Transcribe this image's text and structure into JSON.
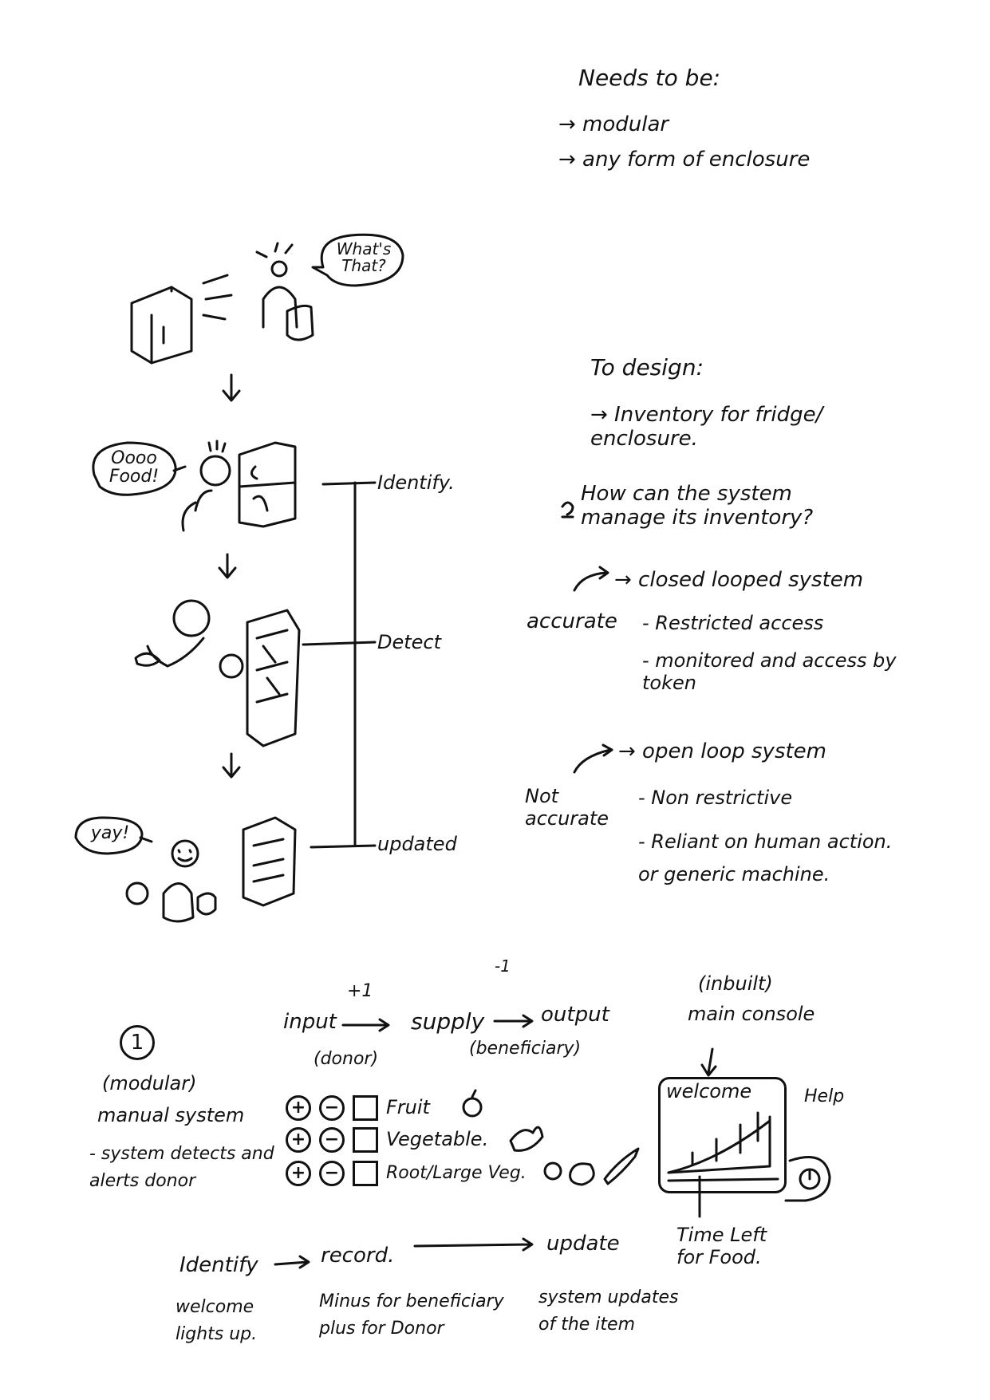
{
  "needs": {
    "heading": "Needs to be:",
    "items": [
      "→ modular",
      "→ any form of enclosure"
    ]
  },
  "story": {
    "bubble1": "What's That?",
    "bubble2": "Oooo Food!",
    "bubble3": "yay!",
    "steps": [
      "Identify.",
      "Detect",
      "updated"
    ]
  },
  "design": {
    "heading": "To design:",
    "item1": "→ Inventory for fridge/ enclosure.",
    "question": "How can the system manage its inventory?",
    "closed": {
      "label": "accurate",
      "title": "→ closed looped system",
      "points": [
        "- Restricted access",
        "- monitored and access by token"
      ]
    },
    "open": {
      "label": "Not accurate",
      "title": "→ open loop system",
      "points": [
        "- Non restrictive",
        "- Reliant on human action. or generic machine."
      ]
    }
  },
  "system": {
    "number": "1",
    "label1": "(modular)",
    "label2": "manual system",
    "label3": "- system detects and alerts donor",
    "plus": "+1",
    "minus": "-1",
    "input": "input",
    "donor": "(donor)",
    "supply": "supply",
    "output": "output",
    "beneficiary": "(beneficiary)",
    "items": [
      "Fruit",
      "Vegetable.",
      "Root/Large Veg."
    ],
    "console_label1": "(inbuilt)",
    "console_label2": "main console",
    "welcome": "welcome",
    "help": "Help",
    "time_left": "Time Left for Food."
  },
  "flow": {
    "identify": "Identify",
    "record": "record.",
    "update": "update",
    "identify_desc": "welcome lights up.",
    "record_desc": "Minus for beneficiary plus for Donor",
    "update_desc": "system updates of the item"
  }
}
